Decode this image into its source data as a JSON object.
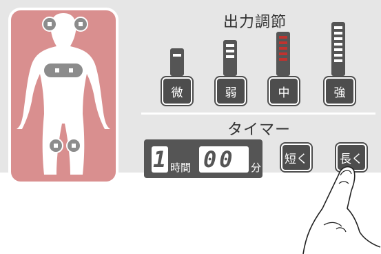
{
  "output_title": "出力調節",
  "levels": [
    {
      "label": "微",
      "segments": 1,
      "on": false
    },
    {
      "label": "弱",
      "segments": 3,
      "on": false
    },
    {
      "label": "中",
      "segments": 5,
      "on": true
    },
    {
      "label": "強",
      "segments": 7,
      "on": false
    }
  ],
  "timer_title": "タイマー",
  "timer": {
    "hours": "1",
    "hours_unit": "時間",
    "minutes": "00",
    "minutes_unit": "分"
  },
  "short_button": "短く",
  "long_button": "長く",
  "colors": {
    "panel": "#e6e6e6",
    "body": "#d98f8f",
    "button": "#4d4d4d",
    "active_segment": "#c0332f"
  }
}
